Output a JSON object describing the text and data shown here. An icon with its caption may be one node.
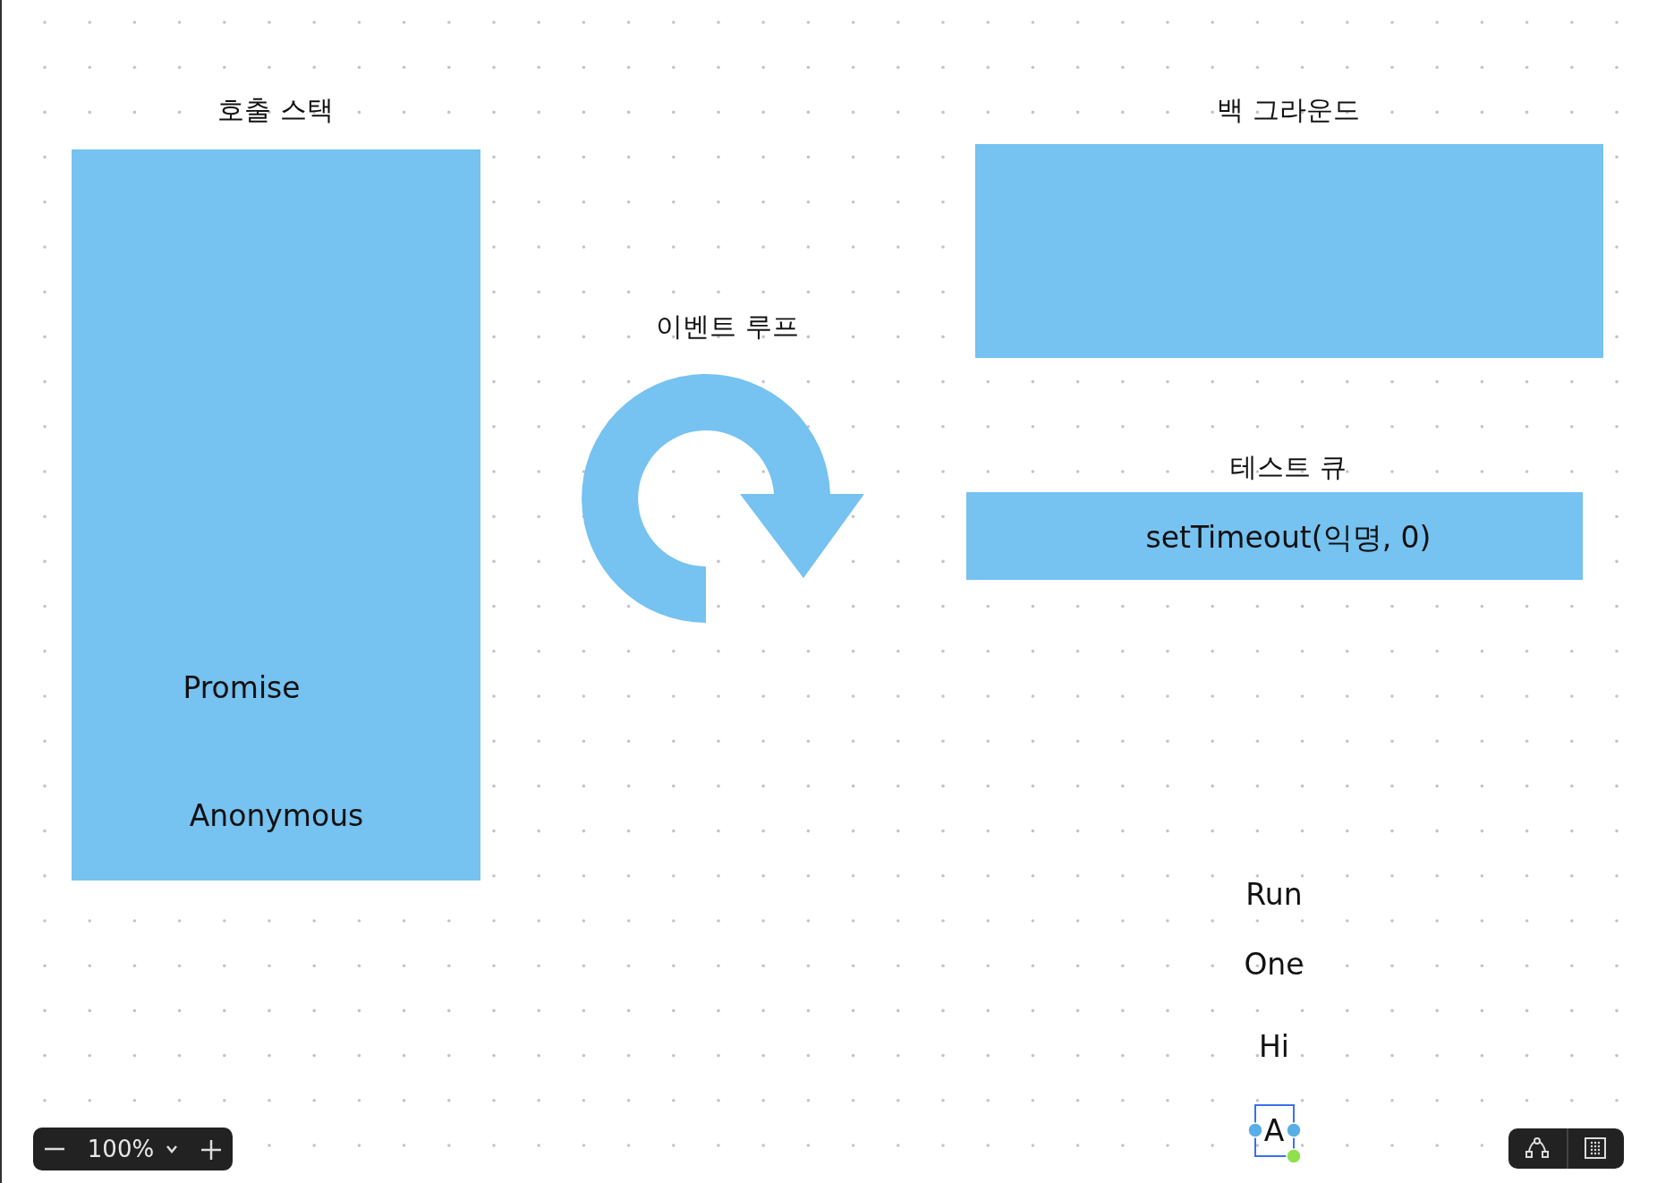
{
  "diagram": {
    "nodes": [
      {
        "text": [
          "호출 스택",
          "Promise",
          "Anonymous"
        ]
      },
      {
        "text": [
          "백 그라운드"
        ]
      },
      {
        "text": [
          "테스트 큐",
          "setTimeout(익명, 0)"
        ]
      }
    ],
    "labels": [
      "이벤트 루프",
      "Run",
      "One",
      "Hi",
      "A",
      "100%"
    ]
  }
}
